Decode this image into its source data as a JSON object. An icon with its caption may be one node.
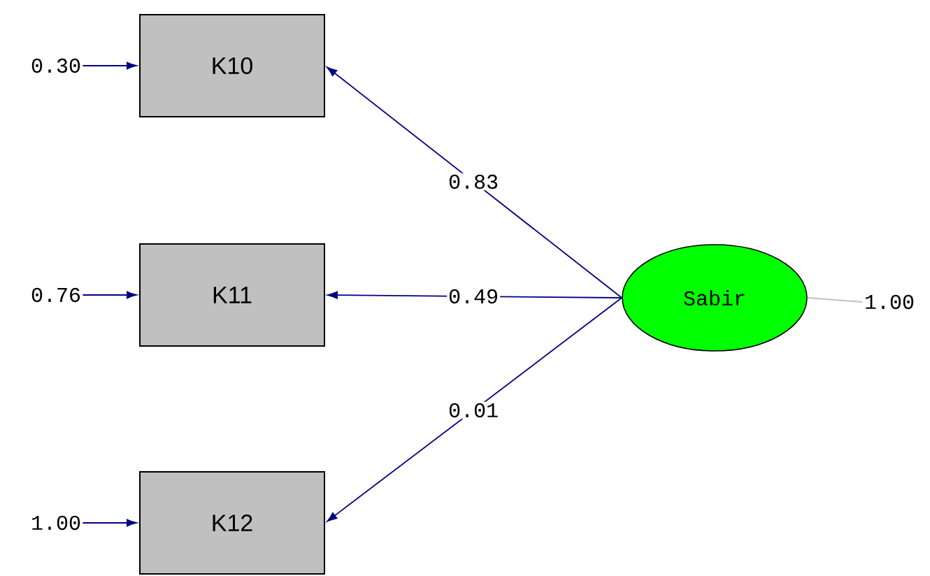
{
  "diagram": {
    "nodes": [
      {
        "text": [
          "K10"
        ]
      },
      {
        "text": [
          "0.30"
        ]
      },
      {
        "text": [
          "K11"
        ]
      },
      {
        "text": [
          "0.76"
        ]
      },
      {
        "text": [
          "K12"
        ]
      },
      {
        "text": [
          "1.00"
        ]
      },
      {
        "text": [
          "Sabir"
        ]
      },
      {
        "text": [
          "1.00"
        ]
      }
    ],
    "edges": [
      {
        "from": 6,
        "to": 0,
        "arrow": "to",
        "label": "0.83"
      },
      {
        "from": 6,
        "to": 2,
        "arrow": "to",
        "label": "0.49"
      },
      {
        "from": 6,
        "to": 4,
        "arrow": "to",
        "label": "0.01"
      },
      {
        "from": 1,
        "to": 0,
        "arrow": "to"
      },
      {
        "from": 3,
        "to": 2,
        "arrow": "to"
      },
      {
        "from": 5,
        "to": 4,
        "arrow": "to"
      },
      {
        "from": 6,
        "to": 7,
        "arrow": "none",
        "color": "#c0c0c0"
      }
    ]
  }
}
